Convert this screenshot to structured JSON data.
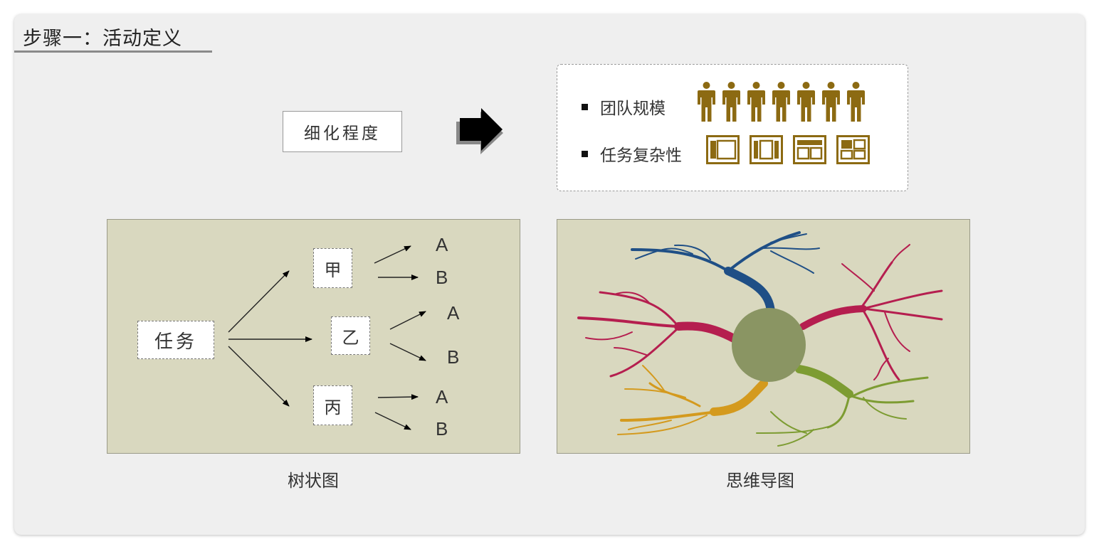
{
  "slide": {
    "title": "步骤一：活动定义"
  },
  "refinement": {
    "label": "细化程度"
  },
  "factors": [
    {
      "label": "团队规模",
      "icon": "person-icon",
      "count": 7
    },
    {
      "label": "任务复杂性",
      "icon": "layout-icon",
      "count": 4
    }
  ],
  "tree": {
    "caption": "树状图",
    "root": "任务",
    "branches": [
      {
        "label": "甲",
        "leaves": [
          "A",
          "B"
        ]
      },
      {
        "label": "乙",
        "leaves": [
          "A",
          "B"
        ]
      },
      {
        "label": "丙",
        "leaves": [
          "A",
          "B"
        ]
      }
    ]
  },
  "mindmap": {
    "caption": "思维导图",
    "colors": {
      "background": "#d9d8bf",
      "center": "#8a9563",
      "blue": "#1f4f86",
      "red": "#b51e4f",
      "orange": "#d49a1e",
      "green": "#7d9c32"
    }
  },
  "colors": {
    "accent": "#8c6a12",
    "slide_bg": "#efefef"
  }
}
